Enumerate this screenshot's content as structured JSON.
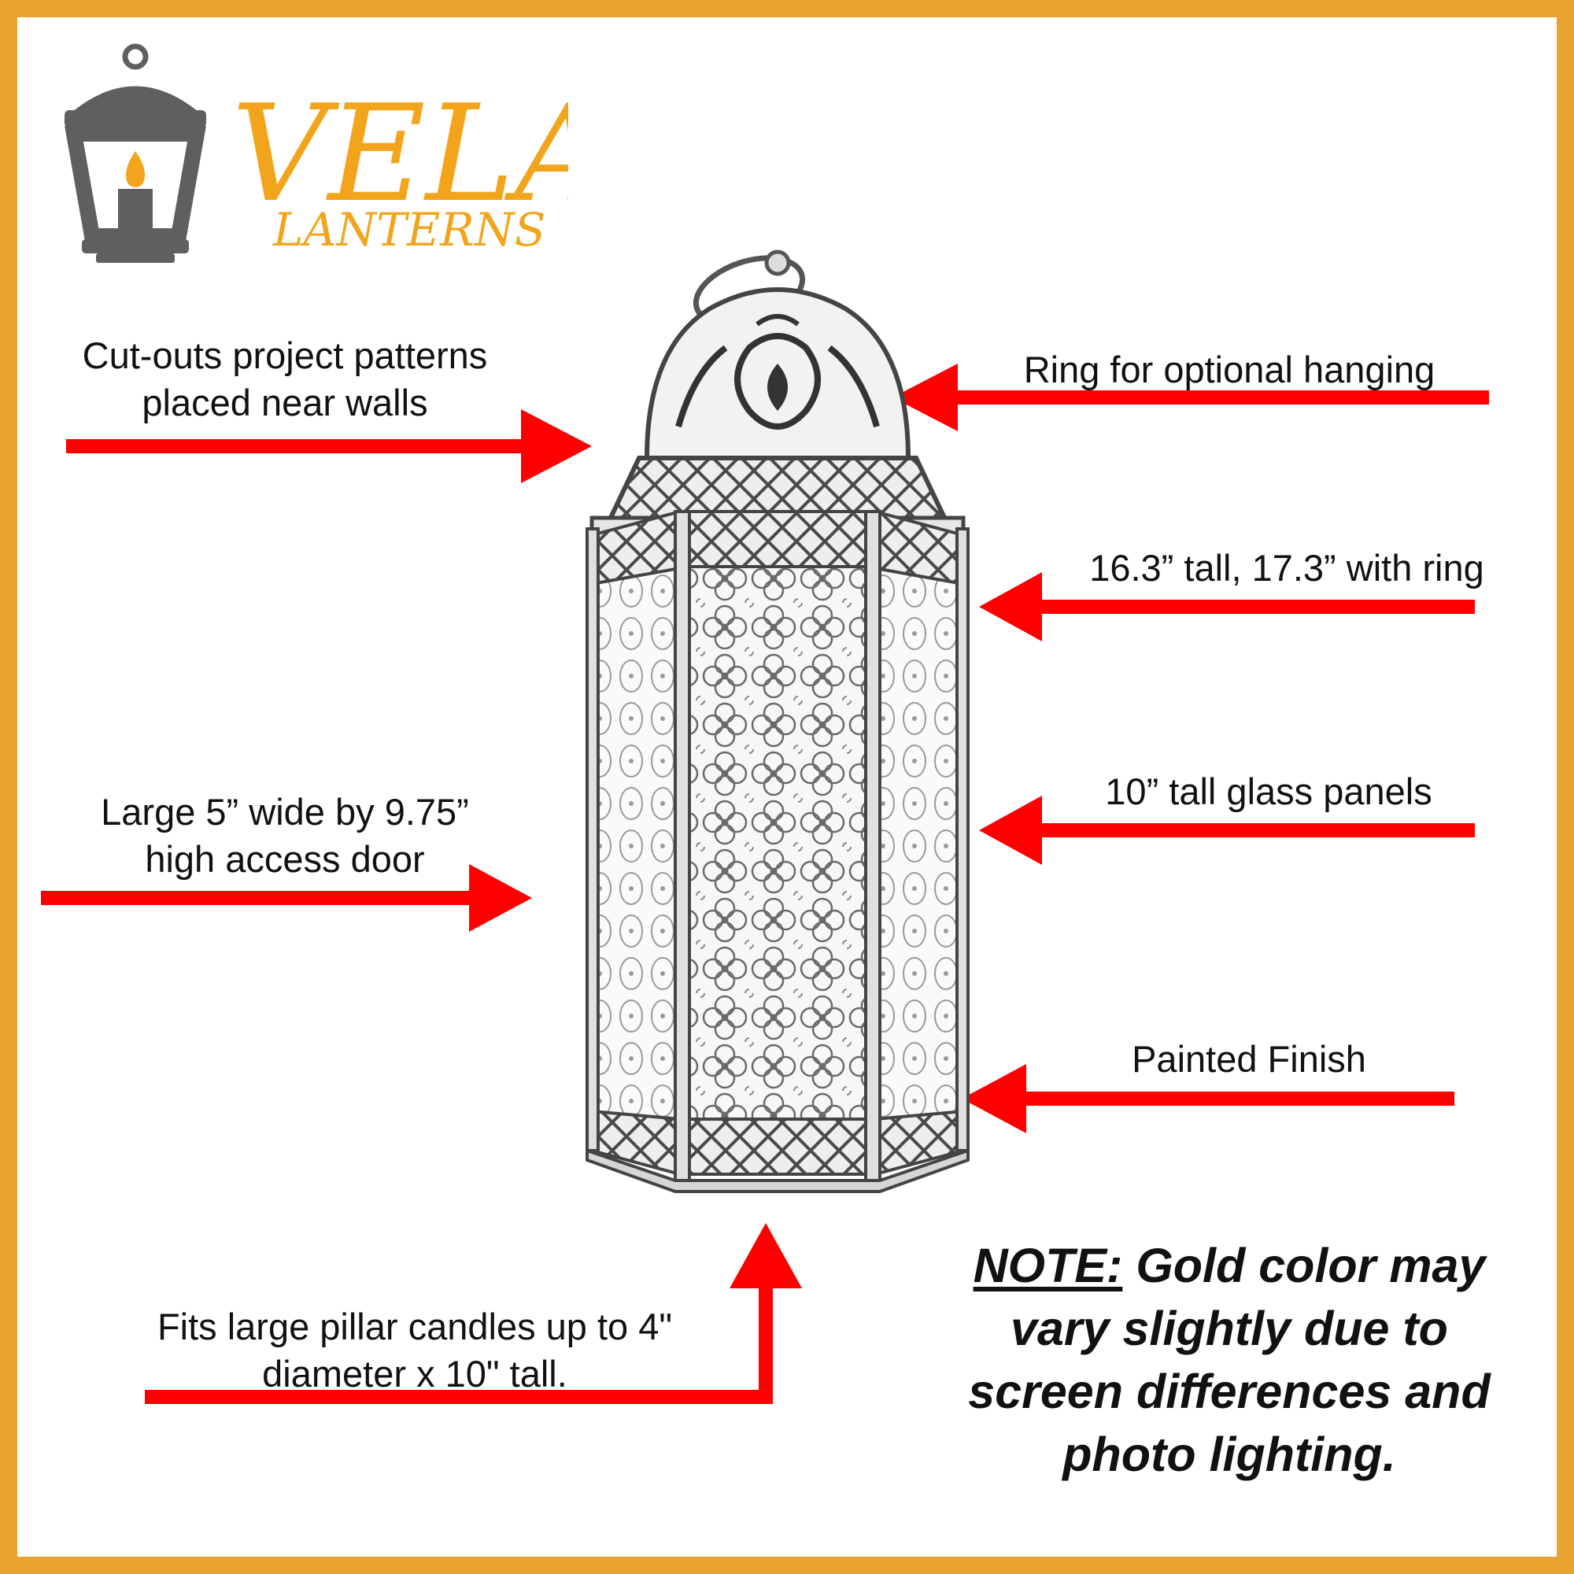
{
  "brand": {
    "name": "VELA",
    "tagline": "LANTERNS",
    "logo_icon": "lantern-icon"
  },
  "callouts": {
    "cutouts": [
      "Cut-outs project patterns",
      "placed near walls"
    ],
    "ring": "Ring for optional hanging",
    "height": "16.3” tall, 17.3” with ring",
    "door": [
      "Large 5” wide by 9.75”",
      "high access door"
    ],
    "panels": "10” tall glass panels",
    "finish": "Painted Finish",
    "candles": [
      "Fits large pillar candles up to 4\"",
      "diameter x 10\" tall."
    ]
  },
  "note": {
    "label": "NOTE:",
    "lines": [
      "Gold color may",
      "vary slightly due to",
      "screen differences and",
      "photo lighting."
    ]
  },
  "colors": {
    "border": "#e8a330",
    "brand": "#f2a51c",
    "logo_gray": "#5f5f5f",
    "arrow": "#ff0000",
    "text": "#111111"
  }
}
